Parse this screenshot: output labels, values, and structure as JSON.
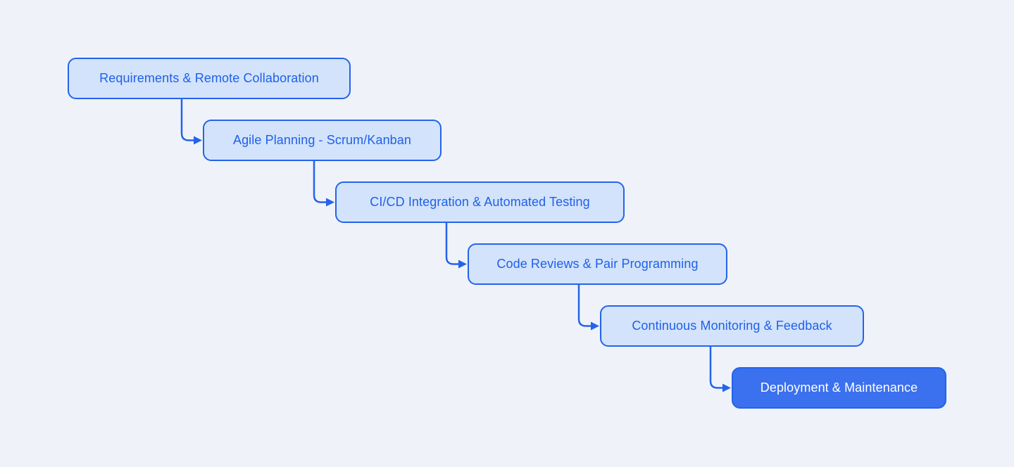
{
  "diagram": {
    "nodes": [
      {
        "id": "requirements",
        "label": "Requirements & Remote Collaboration",
        "variant": "light"
      },
      {
        "id": "agile-planning",
        "label": "Agile Planning - Scrum/Kanban",
        "variant": "light"
      },
      {
        "id": "cicd",
        "label": "CI/CD Integration & Automated Testing",
        "variant": "light"
      },
      {
        "id": "code-reviews",
        "label": "Code Reviews & Pair Programming",
        "variant": "light"
      },
      {
        "id": "monitoring",
        "label": "Continuous Monitoring & Feedback",
        "variant": "light"
      },
      {
        "id": "deployment",
        "label": "Deployment & Maintenance",
        "variant": "primary"
      }
    ],
    "edges": [
      {
        "from": "requirements",
        "to": "agile-planning"
      },
      {
        "from": "agile-planning",
        "to": "cicd"
      },
      {
        "from": "cicd",
        "to": "code-reviews"
      },
      {
        "from": "code-reviews",
        "to": "monitoring"
      },
      {
        "from": "monitoring",
        "to": "deployment"
      }
    ],
    "colors": {
      "background": "#eff3f9",
      "node_fill": "#d2e3fb",
      "node_border": "#2563eb",
      "node_text": "#2160e8",
      "primary_fill": "#3b70ee",
      "primary_border": "#2563eb",
      "primary_text": "#ffffff",
      "arrow": "#2563eb"
    }
  }
}
